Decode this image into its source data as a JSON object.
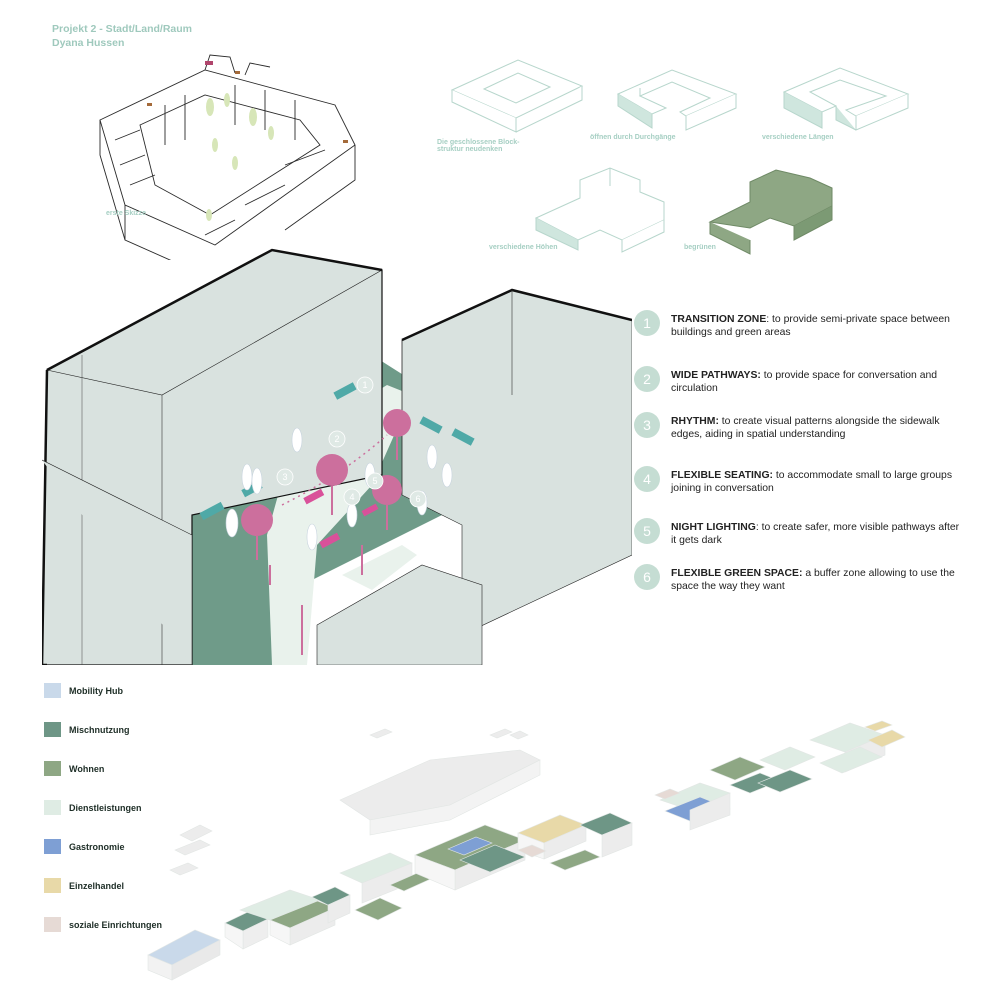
{
  "header": {
    "line1": "Projekt 2 - Stadt/Land/Raum",
    "line2": "Dyana Hussen"
  },
  "sketch": {
    "caption": "erste Skizze"
  },
  "steps": [
    {
      "caption_l1": "Die geschlossene Block-",
      "caption_l2": "struktur neudenken"
    },
    {
      "caption_l1": "öffnen durch Durchgänge",
      "caption_l2": ""
    },
    {
      "caption_l1": "verschiedene Längen",
      "caption_l2": ""
    },
    {
      "caption_l1": "verschiedene Höhen",
      "caption_l2": ""
    },
    {
      "caption_l1": "begrünen",
      "caption_l2": ""
    }
  ],
  "principles": [
    {
      "number": "1",
      "title": "TRANSITION ZONE",
      "text": ": to provide semi-private space between buildings and green areas"
    },
    {
      "number": "2",
      "title": "WIDE PATHWAYS:",
      "text": " to provide space for conversation and circulation"
    },
    {
      "number": "3",
      "title": "RHYTHM:",
      "text": " to create visual patterns alongside the sidewalk edges, aiding in spatial understanding"
    },
    {
      "number": "4",
      "title": "FLEXIBLE SEATING:",
      "text": " to accommodate small to large groups joining in conversation"
    },
    {
      "number": "5",
      "title": "NIGHT LIGHTING",
      "text": ": to create safer, more visible pathways after it gets dark"
    },
    {
      "number": "6",
      "title": "FLEXIBLE GREEN SPACE:",
      "text": " a buffer zone allowing to use the space the way they want"
    }
  ],
  "legend": [
    {
      "label": "Mobility Hub",
      "color": "#c9d9ea"
    },
    {
      "label": "Mischnutzung",
      "color": "#6e9686"
    },
    {
      "label": "Wohnen",
      "color": "#8ea784"
    },
    {
      "label": "Dienstleistungen",
      "color": "#dfece4"
    },
    {
      "label": "Gastronomie",
      "color": "#7e9fd4"
    },
    {
      "label": "Einzelhandel",
      "color": "#e8d9a8"
    },
    {
      "label": "soziale Einrichtungen",
      "color": "#e6dad5"
    }
  ],
  "scene_numbers": [
    "1",
    "2",
    "3",
    "4",
    "5",
    "6"
  ],
  "colors": {
    "building": "#d9e2df",
    "green": "#6f9b89",
    "path": "#e9f2ec",
    "tree": "#cc6f9d",
    "bench": "#4fa9a7",
    "accent": "#9fc9bd"
  }
}
